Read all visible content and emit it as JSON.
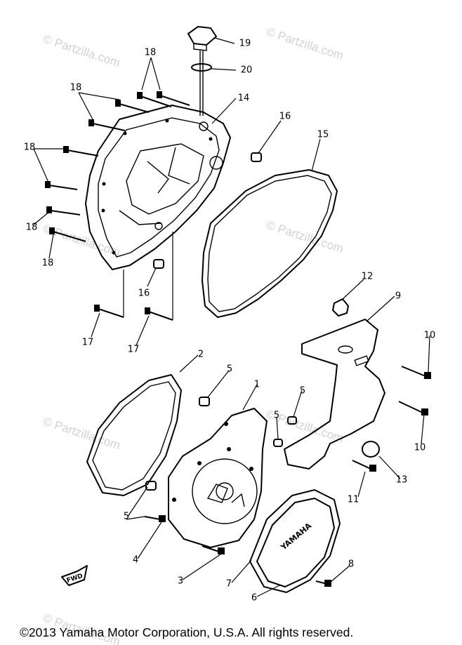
{
  "watermark": "© Partzilla.com",
  "brand_mark": "YAMAHA",
  "fwd_mark": "FWD",
  "footer": "©2013 Yamaha Motor Corporation, U.S.A. All rights reserved.",
  "callouts": [
    {
      "id": "c19",
      "label": "19"
    },
    {
      "id": "c20",
      "label": "20"
    },
    {
      "id": "c18a",
      "label": "18"
    },
    {
      "id": "c18b",
      "label": "18"
    },
    {
      "id": "c18c",
      "label": "18"
    },
    {
      "id": "c18d",
      "label": "18"
    },
    {
      "id": "c18e",
      "label": "18"
    },
    {
      "id": "c14",
      "label": "14"
    },
    {
      "id": "c16a",
      "label": "16"
    },
    {
      "id": "c16b",
      "label": "16"
    },
    {
      "id": "c15",
      "label": "15"
    },
    {
      "id": "c17a",
      "label": "17"
    },
    {
      "id": "c17b",
      "label": "17"
    },
    {
      "id": "c12",
      "label": "12"
    },
    {
      "id": "c9",
      "label": "9"
    },
    {
      "id": "c10a",
      "label": "10"
    },
    {
      "id": "c10b",
      "label": "10"
    },
    {
      "id": "c2",
      "label": "2"
    },
    {
      "id": "c5a",
      "label": "5"
    },
    {
      "id": "c1",
      "label": "1"
    },
    {
      "id": "c5b",
      "label": "5"
    },
    {
      "id": "c5c",
      "label": "5"
    },
    {
      "id": "c5d",
      "label": "5"
    },
    {
      "id": "c13",
      "label": "13"
    },
    {
      "id": "c11",
      "label": "11"
    },
    {
      "id": "c4",
      "label": "4"
    },
    {
      "id": "c3",
      "label": "3"
    },
    {
      "id": "c7",
      "label": "7"
    },
    {
      "id": "c8",
      "label": "8"
    },
    {
      "id": "c6",
      "label": "6"
    }
  ]
}
